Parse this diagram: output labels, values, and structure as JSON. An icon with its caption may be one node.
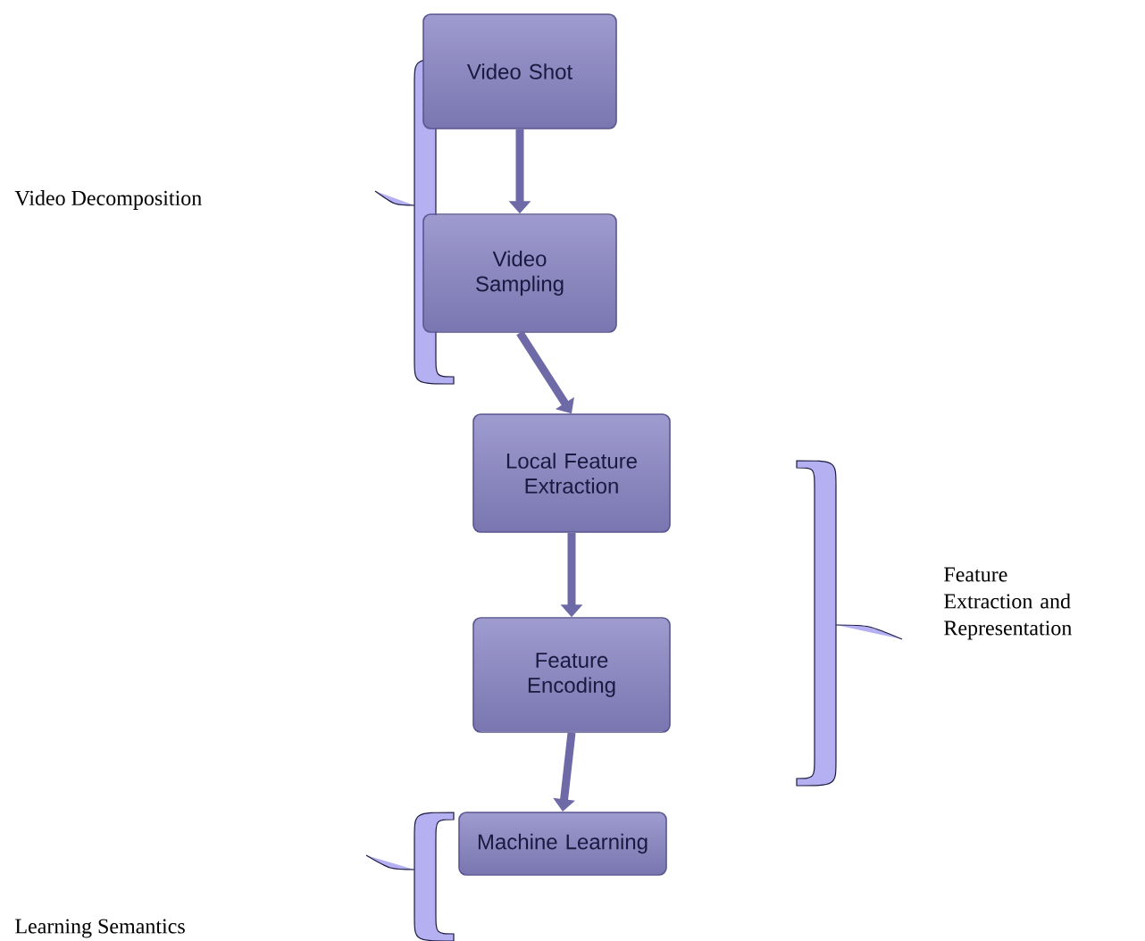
{
  "diagram": {
    "nodes": [
      {
        "text": [
          "Video Shot"
        ]
      },
      {
        "text": [
          "Video Sampling"
        ]
      },
      {
        "text": [
          "Local Feature Extraction"
        ]
      },
      {
        "text": [
          "Feature Encoding"
        ]
      },
      {
        "text": [
          "Machine Learning"
        ]
      }
    ],
    "edges": [
      {
        "from": 0,
        "to": 1,
        "arrow": "to"
      },
      {
        "from": 1,
        "to": 2,
        "arrow": "to"
      },
      {
        "from": 2,
        "to": 3,
        "arrow": "to"
      },
      {
        "from": 3,
        "to": 4,
        "arrow": "to"
      }
    ],
    "labels": [
      "Video Decomposition",
      "Feature Extraction and Representation",
      "Learning Semantics"
    ]
  }
}
